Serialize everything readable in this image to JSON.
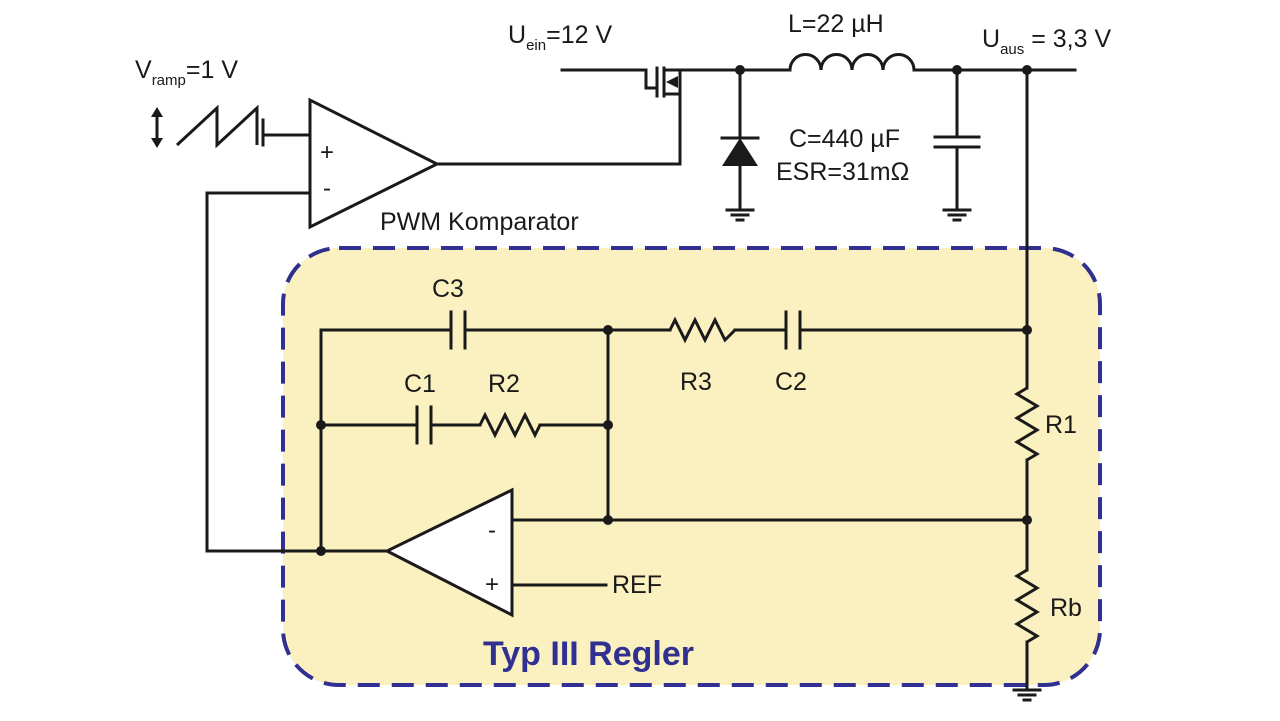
{
  "colors": {
    "wire": "#1a1a1a",
    "regulator_fill": "#faf0c0",
    "regulator_border": "#303090",
    "title_text": "#303090"
  },
  "labels": {
    "u_ein_main": "U",
    "u_ein_sub": "ein",
    "u_ein_value": "=12 V",
    "inductor": "L=22 µH",
    "u_aus_main": "U",
    "u_aus_sub": "aus",
    "u_aus_value": " = 3,3 V",
    "v_ramp_main": "V",
    "v_ramp_sub": "ramp",
    "v_ramp_value": "=1 V",
    "capacitor": "C=440 µF",
    "esr": "ESR=31mΩ",
    "pwm_comparator": "PWM Komparator",
    "pwm_plus": "+",
    "pwm_minus": "-",
    "c3": "C3",
    "c1": "C1",
    "r2": "R2",
    "r3": "R3",
    "c2": "C2",
    "r1": "R1",
    "rb": "Rb",
    "ea_minus": "-",
    "ea_plus": "+",
    "ref": "REF",
    "regulator_title": "Typ III Regler"
  }
}
